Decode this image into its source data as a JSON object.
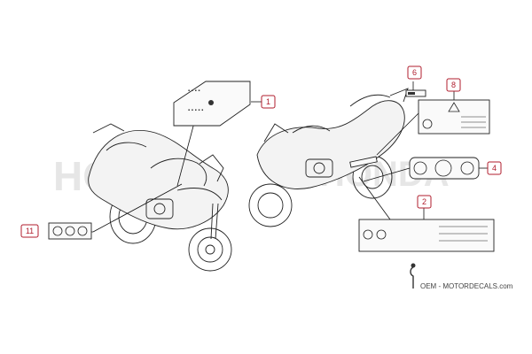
{
  "callouts": [
    {
      "label": "1"
    },
    {
      "label": "2"
    },
    {
      "label": "4"
    },
    {
      "label": "6"
    },
    {
      "label": "8"
    },
    {
      "label": "11"
    }
  ],
  "watermark": {
    "text": "OEM - MOTORDECALS.com"
  },
  "colors": {
    "callout": "#b01e2e",
    "lines": "#111111"
  }
}
